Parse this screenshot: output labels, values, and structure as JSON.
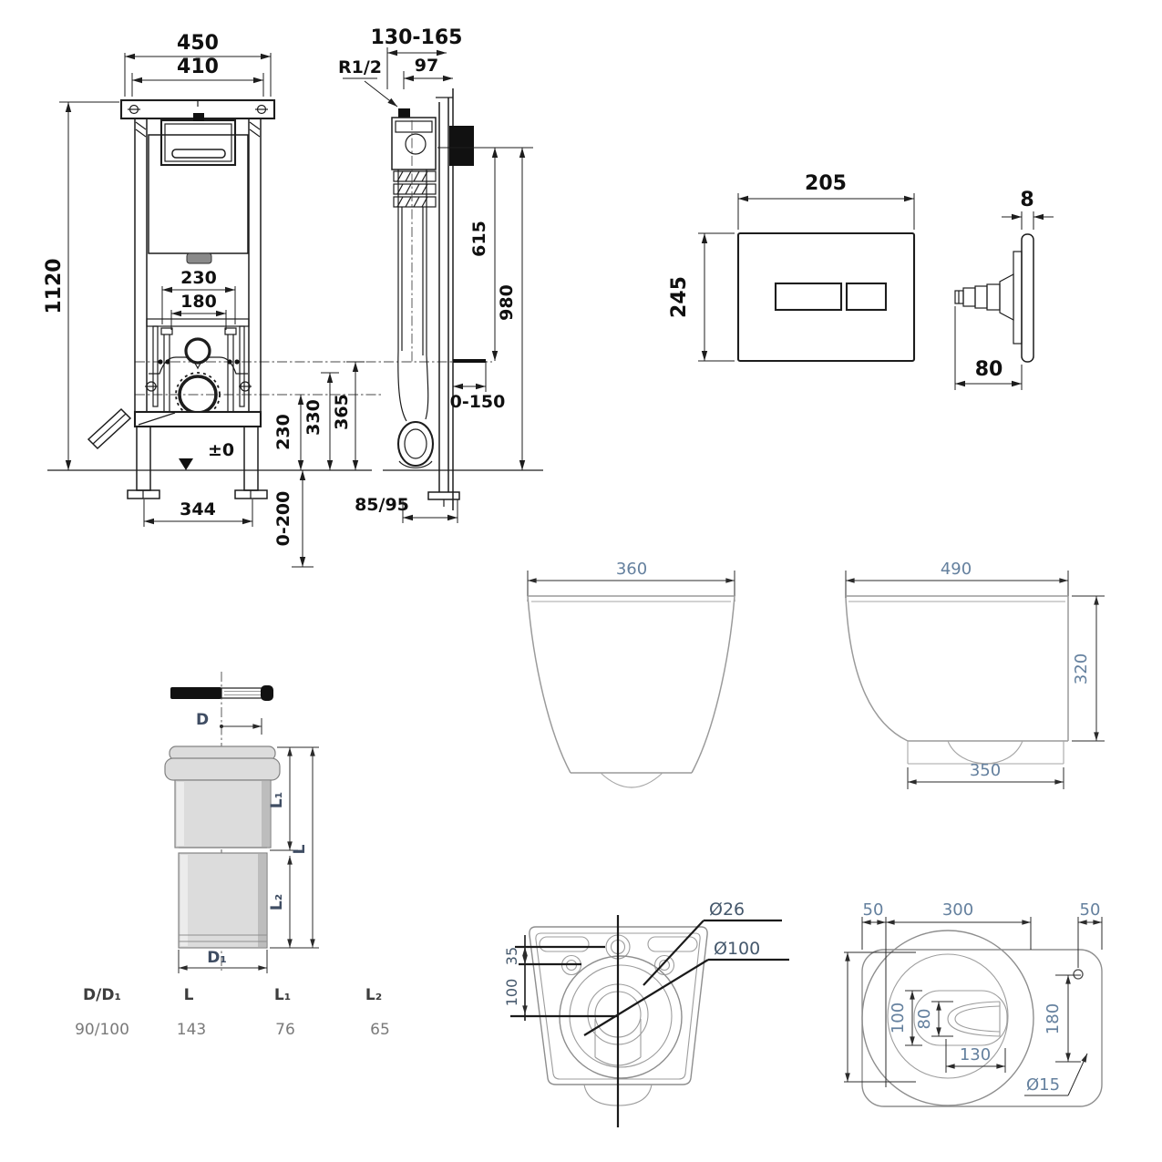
{
  "frame_front": {
    "width_outer": "450",
    "width_inner": "410",
    "height": "1120",
    "bracket_outer": "230",
    "bracket_inner": "180",
    "floor_level": "±0",
    "foot_span": "344",
    "foot_adjust": "0-200",
    "drain_height": "230",
    "bend_height": "330",
    "supply_height": "365"
  },
  "frame_side": {
    "depth_range": "130-165",
    "front_depth": "97",
    "water_thread": "R1/2",
    "cistern_height": "615",
    "frame_height": "980",
    "supply_offset": "0-150",
    "foot_depth": "85/95"
  },
  "flush_plate": {
    "width": "205",
    "height": "245",
    "thickness": "8",
    "spindle_depth": "80"
  },
  "pan_front": {
    "width": "360"
  },
  "pan_side": {
    "length": "490",
    "height": "320",
    "bottom_length": "350"
  },
  "connector": {
    "d_label": "D",
    "d1_label": "D₁",
    "l1_label": "L₁",
    "l_label": "L",
    "l2_label": "L₂"
  },
  "connector_table": {
    "headers": [
      "D/D₁",
      "L",
      "L₁",
      "L₂"
    ],
    "row": [
      "90/100",
      "143",
      "76",
      "65"
    ]
  },
  "pan_back": {
    "fixing_hole": "Ø26",
    "drain_hole": "Ø100",
    "offset_35": "35",
    "offset_100": "100"
  },
  "pan_top": {
    "left_50": "50",
    "center_300": "300",
    "right_50": "50",
    "bowl_100": "100",
    "funnel_80": "80",
    "funnel_130": "130",
    "hole_height_180": "180",
    "hole_dia": "Ø15"
  }
}
